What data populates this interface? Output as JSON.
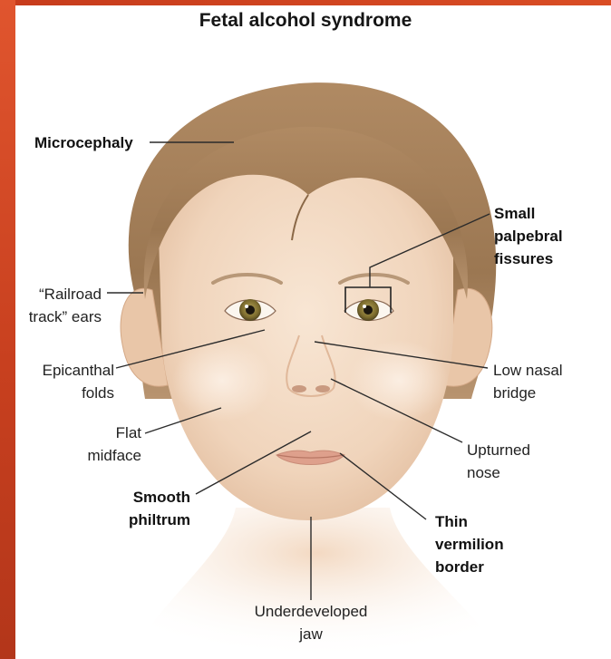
{
  "title": "Fetal alcohol syndrome",
  "labels": {
    "microcephaly": "Microcephaly",
    "palpebral": "Small\npalpebral\nfissures",
    "ears": "“Railroad\ntrack” ears",
    "epicanthal": "Epicanthal\nfolds",
    "nasal_bridge": "Low nasal\nbridge",
    "midface": "Flat\nmidface",
    "upturned_nose": "Upturned\nnose",
    "philtrum": "Smooth\nphiltrum",
    "vermilion": "Thin\nvermilion\nborder",
    "jaw": "Underdeveloped\njaw"
  },
  "colors": {
    "frame": "#d24a24",
    "skin": "#f4dcc6",
    "hair": "#a07c58",
    "iris": "#8a7a3c",
    "line": "#2b2b2b"
  }
}
